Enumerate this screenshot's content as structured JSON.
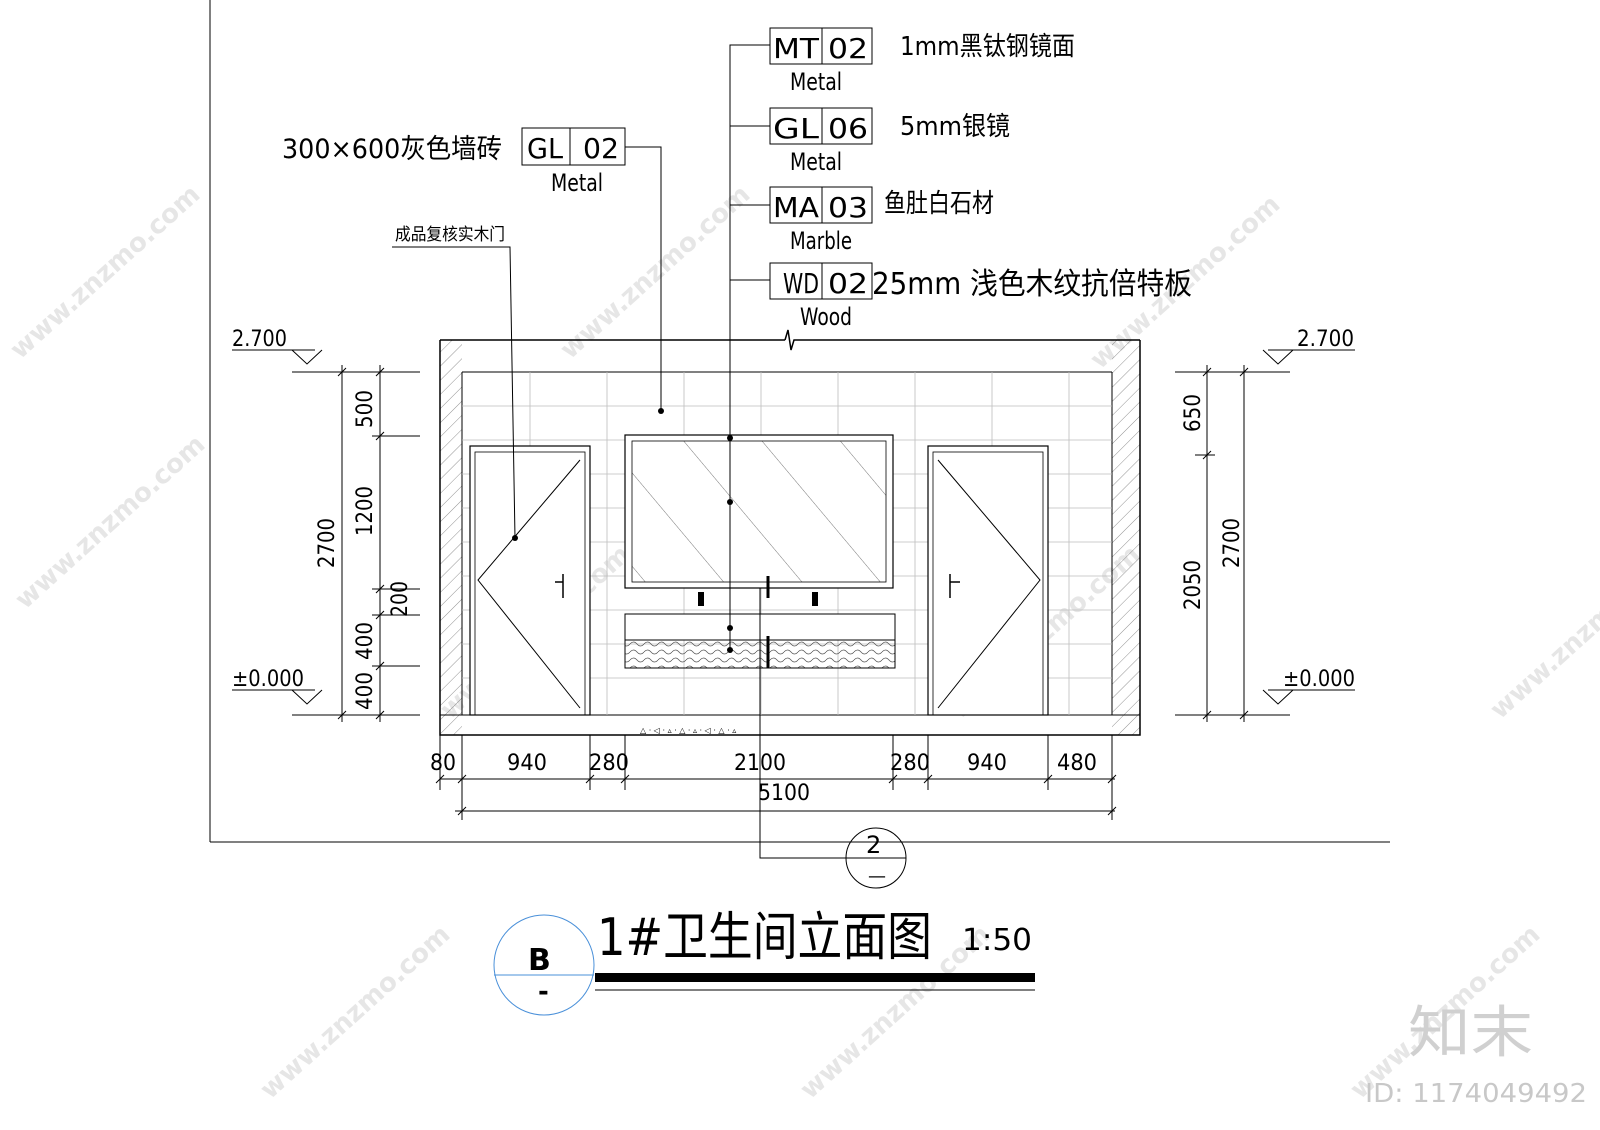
{
  "drawing": {
    "title": "1#卫生间立面图",
    "scale": "1:50",
    "section_mark": {
      "letter": "B",
      "sub": "-"
    },
    "detail_mark": {
      "num": "2",
      "sub": "—"
    }
  },
  "tags": [
    {
      "code": "MT",
      "num": "02",
      "material": "Metal",
      "desc": "1mm黑钛钢镜面"
    },
    {
      "code": "GL",
      "num": "06",
      "material": "Metal",
      "desc": "5mm银镜"
    },
    {
      "code": "MA",
      "num": "03",
      "material": "Marble",
      "desc": "鱼肚白石材"
    },
    {
      "code": "WD",
      "num": "02",
      "material": "Wood",
      "desc": "25mm 浅色木纹抗倍特板"
    },
    {
      "code": "GL",
      "num": "02",
      "material": "Metal",
      "desc": "300×600灰色墙砖"
    }
  ],
  "door_note": "成品复核实木门",
  "levels": {
    "top_left": "2.700",
    "top_right": "2.700",
    "base_left": "±0.000",
    "base_right": "±0.000"
  },
  "dims_left": {
    "total": "2700",
    "segments": [
      "500",
      "1200",
      "200",
      "400",
      "400"
    ]
  },
  "dims_right": {
    "total": "2700",
    "segments": [
      "650",
      "2050"
    ]
  },
  "dims_bottom": {
    "segments": [
      "80",
      "940",
      "280",
      "2100",
      "280",
      "940",
      "480"
    ],
    "total": "5100"
  },
  "watermark": {
    "site": "www.znzmo.com",
    "brand": "知末",
    "id": "ID: 1174049492"
  }
}
